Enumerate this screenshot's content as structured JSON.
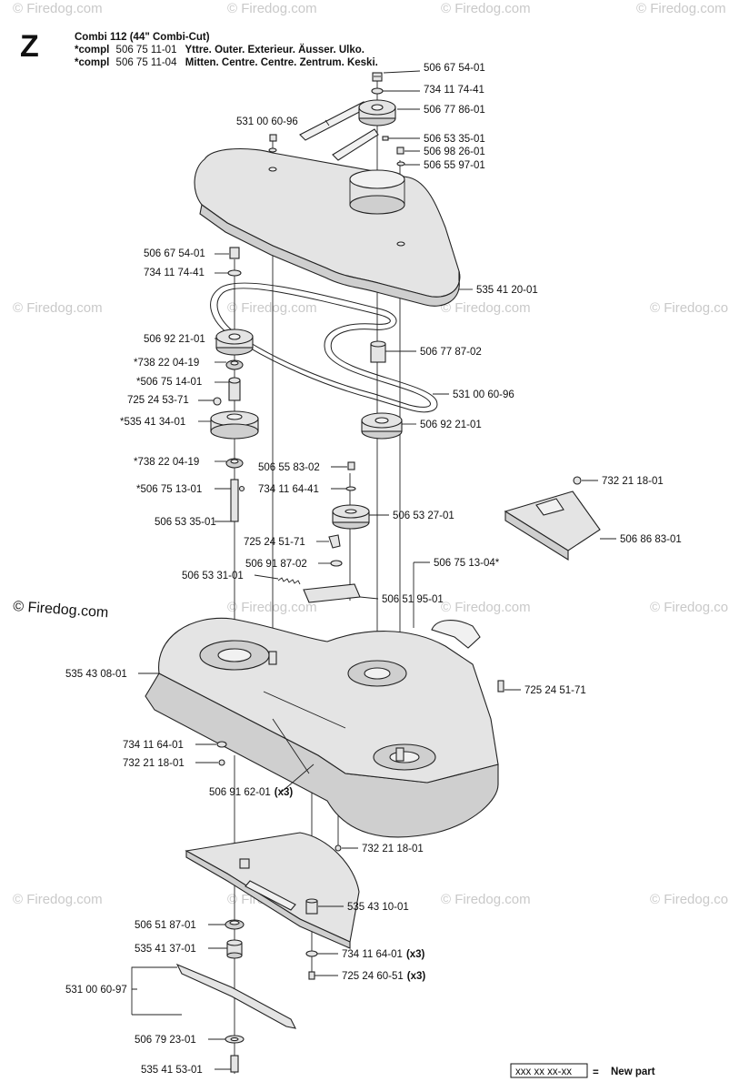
{
  "section_letter": "Z",
  "header": {
    "title": "Combi 112 (44\" Combi-Cut)",
    "line2_prefix": "*compl",
    "line2_number": "506 75 11-01",
    "line2_text": "Yttre. Outer. Exterieur. Äusser. Ulko.",
    "line3_prefix": "*compl",
    "line3_number": "506 75 11-04",
    "line3_text": "Mitten. Centre. Centre. Zentrum. Keski."
  },
  "watermark": "© Firedog.com",
  "copyright": "© Firedog.com",
  "legend": {
    "box_text": "xxx xx xx-xx",
    "equals": "=",
    "text": "New part"
  },
  "labels": [
    {
      "key": "p01",
      "text": "506 67 54-01"
    },
    {
      "key": "p02",
      "text": "734 11 74-41"
    },
    {
      "key": "p03",
      "text": "506 77 86-01"
    },
    {
      "key": "p04",
      "text": "531 00 60-96"
    },
    {
      "key": "p05",
      "text": "506 53 35-01"
    },
    {
      "key": "p06",
      "text": "506 98 26-01"
    },
    {
      "key": "p07",
      "text": "506 55 97-01"
    },
    {
      "key": "p08",
      "text": "506 67 54-01"
    },
    {
      "key": "p09",
      "text": "734 11 74-41"
    },
    {
      "key": "p10",
      "text": "535 41 20-01"
    },
    {
      "key": "p11",
      "text": "506 92 21-01"
    },
    {
      "key": "p12",
      "text": "506 77 87-02"
    },
    {
      "key": "p13",
      "text": "*738 22 04-19"
    },
    {
      "key": "p14",
      "text": "*506 75 14-01"
    },
    {
      "key": "p15",
      "text": "531 00 60-96"
    },
    {
      "key": "p16",
      "text": "725 24 53-71"
    },
    {
      "key": "p17",
      "text": "*535 41 34-01"
    },
    {
      "key": "p18",
      "text": "506 92 21-01"
    },
    {
      "key": "p19",
      "text": "*738 22 04-19"
    },
    {
      "key": "p20",
      "text": "506 55 83-02"
    },
    {
      "key": "p21",
      "text": "732 21 18-01"
    },
    {
      "key": "p22",
      "text": "*506 75 13-01"
    },
    {
      "key": "p23",
      "text": "734 11 64-41"
    },
    {
      "key": "p24",
      "text": "506 53 27-01"
    },
    {
      "key": "p25",
      "text": "506 53 35-01"
    },
    {
      "key": "p26",
      "text": "506 86 83-01"
    },
    {
      "key": "p27",
      "text": "725 24 51-71"
    },
    {
      "key": "p28",
      "text": "506 91 87-02"
    },
    {
      "key": "p29",
      "text": "506 75 13-04*"
    },
    {
      "key": "p30",
      "text": "506 53 31-01"
    },
    {
      "key": "p31",
      "text": "506 51 95-01"
    },
    {
      "key": "p32",
      "text": "535 43 08-01"
    },
    {
      "key": "p33",
      "text": "725 24 51-71"
    },
    {
      "key": "p34",
      "text": "734 11 64-01"
    },
    {
      "key": "p35",
      "text": "732 21 18-01"
    },
    {
      "key": "p36",
      "text": "506 91 62-01",
      "suffix": "(x3)"
    },
    {
      "key": "p37",
      "text": "732 21 18-01"
    },
    {
      "key": "p38",
      "text": "535 43 10-01"
    },
    {
      "key": "p39",
      "text": "506 51 87-01"
    },
    {
      "key": "p40",
      "text": "535 41 37-01"
    },
    {
      "key": "p41",
      "text": "734 11 64-01",
      "suffix": "(x3)"
    },
    {
      "key": "p42",
      "text": "531 00 60-97"
    },
    {
      "key": "p43",
      "text": "725 24 60-51",
      "suffix": "(x3)"
    },
    {
      "key": "p44",
      "text": "506 79 23-01"
    },
    {
      "key": "p45",
      "text": "535 41 53-01"
    }
  ]
}
